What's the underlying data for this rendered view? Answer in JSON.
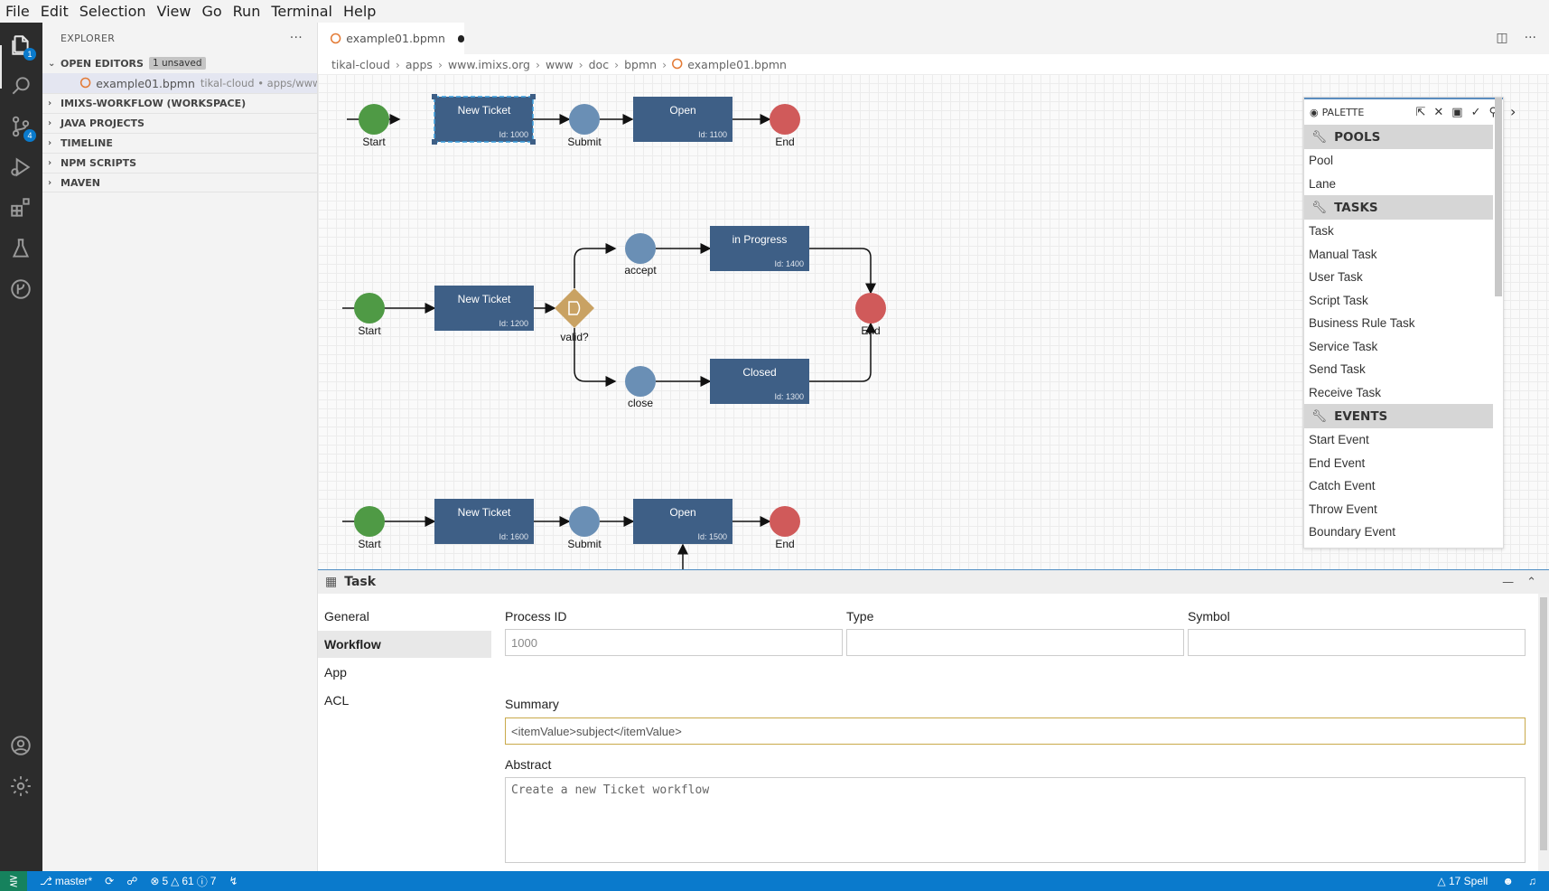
{
  "menu": [
    "File",
    "Edit",
    "Selection",
    "View",
    "Go",
    "Run",
    "Terminal",
    "Help"
  ],
  "activity": {
    "explorer_badge": "1",
    "scm_badge": "4"
  },
  "explorer": {
    "title": "EXPLORER",
    "more": "···",
    "open_editors": "OPEN EDITORS",
    "unsaved_badge": "1 unsaved",
    "open_file_name": "example01.bpmn",
    "open_file_path": "tikal-cloud • apps/www....",
    "sections": [
      "IMIXS-WORKFLOW (WORKSPACE)",
      "JAVA PROJECTS",
      "TIMELINE",
      "NPM SCRIPTS",
      "MAVEN"
    ]
  },
  "tab": {
    "name": "example01.bpmn"
  },
  "breadcrumb": [
    "tikal-cloud",
    "apps",
    "www.imixs.org",
    "www",
    "doc",
    "bpmn",
    "example01.bpmn"
  ],
  "diagram": {
    "row1": {
      "start": "Start",
      "task1": "New Ticket",
      "task1_id": "Id: 1000",
      "event": "Submit",
      "task2": "Open",
      "task2_id": "Id: 1100",
      "end": "End"
    },
    "row2": {
      "start": "Start",
      "task1": "New Ticket",
      "task1_id": "Id: 1200",
      "gateway": "valid?",
      "accept": "accept",
      "close": "close",
      "progress": "in Progress",
      "progress_id": "Id: 1400",
      "closed": "Closed",
      "closed_id": "Id: 1300",
      "end": "End"
    },
    "row3": {
      "start": "Start",
      "task1": "New Ticket",
      "task1_id": "Id: 1600",
      "event": "Submit",
      "task2": "Open",
      "task2_id": "Id: 1500",
      "end": "End"
    }
  },
  "palette": {
    "title": "PALETTE",
    "groups": [
      {
        "name": "POOLS",
        "items": [
          "Pool",
          "Lane"
        ]
      },
      {
        "name": "TASKS",
        "items": [
          "Task",
          "Manual Task",
          "User Task",
          "Script Task",
          "Business Rule Task",
          "Service Task",
          "Send Task",
          "Receive Task"
        ]
      },
      {
        "name": "EVENTS",
        "items": [
          "Start Event",
          "End Event",
          "Catch Event",
          "Throw Event",
          "Boundary Event"
        ]
      }
    ]
  },
  "panel": {
    "title": "Task",
    "nav": [
      "General",
      "Workflow",
      "App",
      "ACL"
    ],
    "fields": {
      "process_id_label": "Process ID",
      "process_id_value": "1000",
      "type_label": "Type",
      "type_value": "",
      "symbol_label": "Symbol",
      "symbol_value": "",
      "summary_label": "Summary",
      "summary_value": "<itemValue>subject</itemValue>",
      "abstract_label": "Abstract",
      "abstract_value": "Create a new Ticket workflow"
    }
  },
  "status": {
    "branch": "master*",
    "errors": "5",
    "warnings": "61",
    "info": "7",
    "spell": "17 Spell"
  },
  "colors": {
    "start": "#4f9a45",
    "end": "#d05a5a",
    "event": "#6a8fb5",
    "task": "#3e5f86",
    "gateway": "#c9a263",
    "accent": "#0a7acc"
  }
}
